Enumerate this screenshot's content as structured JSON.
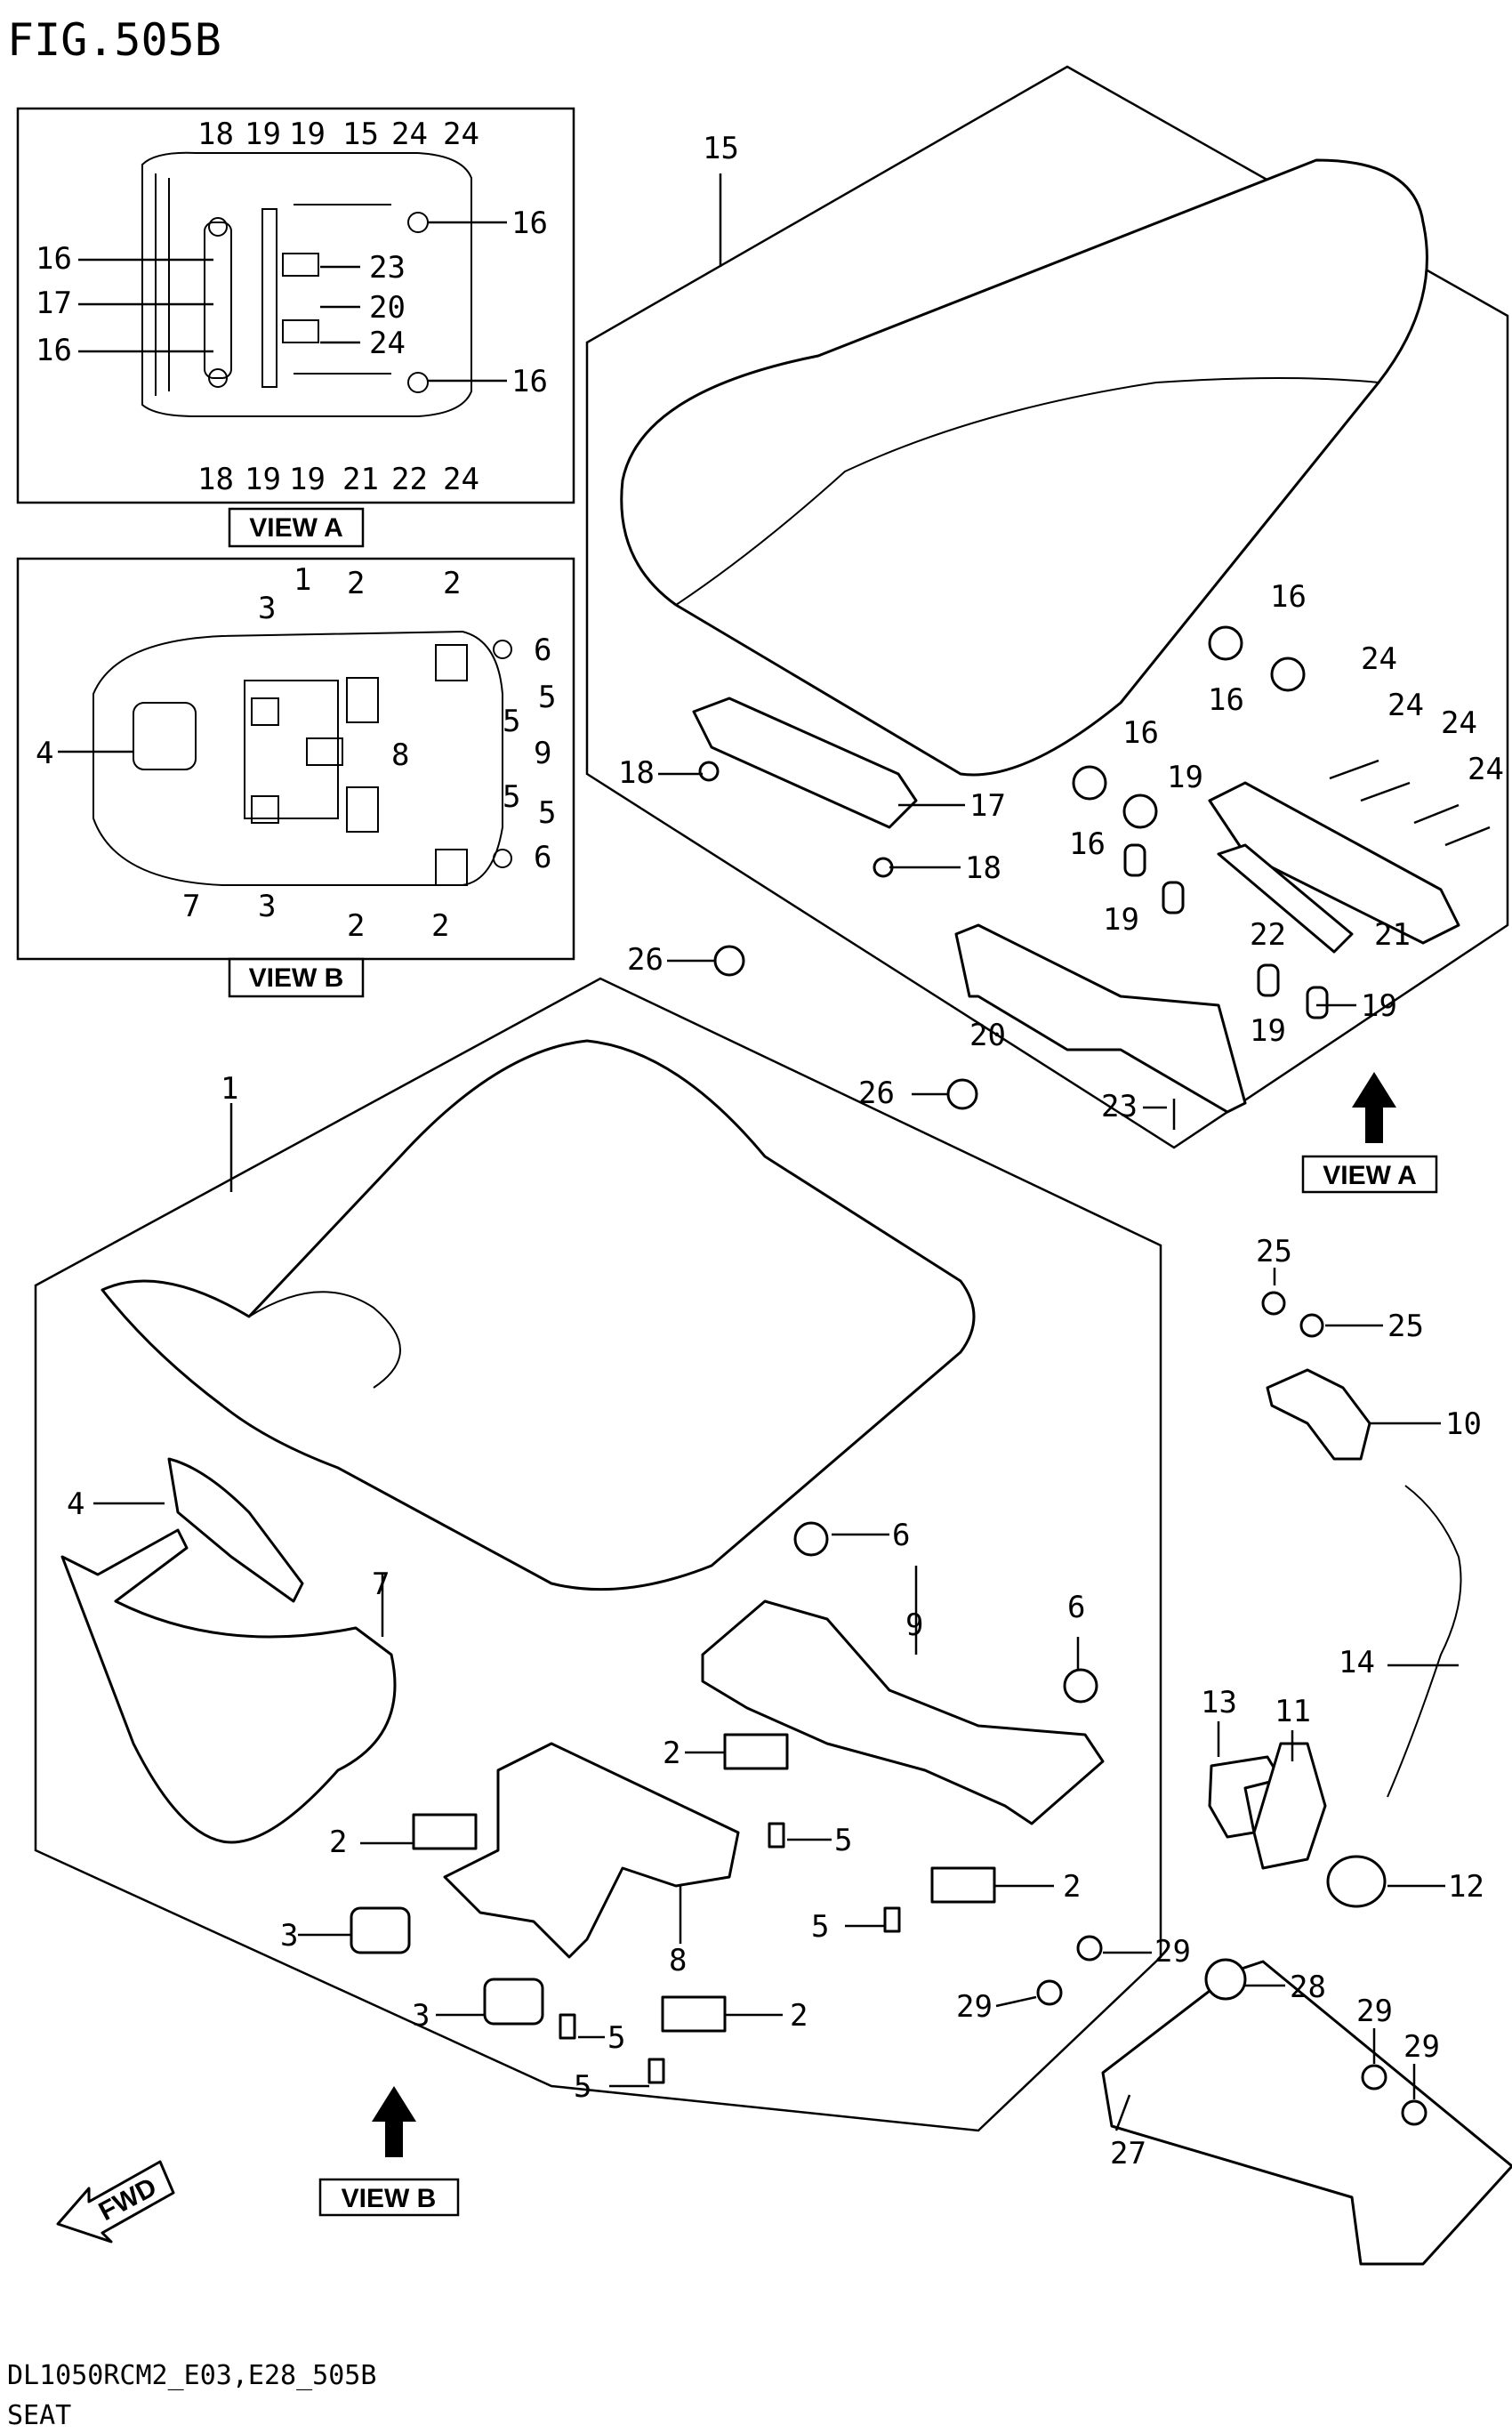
{
  "header": {
    "figure_title": "FIG.505B"
  },
  "footer": {
    "model_code": "DL1050RCM2_E03,E28_505B",
    "section_name": "SEAT"
  },
  "views": {
    "view_a": "VIEW A",
    "view_b": "VIEW B"
  },
  "fwd_label": "FWD",
  "callouts": {
    "n1": "1",
    "n2": "2",
    "n3": "3",
    "n4": "4",
    "n5": "5",
    "n6": "6",
    "n7": "7",
    "n8": "8",
    "n9": "9",
    "n10": "10",
    "n11": "11",
    "n12": "12",
    "n13": "13",
    "n14": "14",
    "n15": "15",
    "n16": "16",
    "n17": "17",
    "n18": "18",
    "n19": "19",
    "n20": "20",
    "n21": "21",
    "n22": "22",
    "n23": "23",
    "n24": "24",
    "n25": "25",
    "n26": "26",
    "n27": "27",
    "n28": "28",
    "n29": "29"
  }
}
